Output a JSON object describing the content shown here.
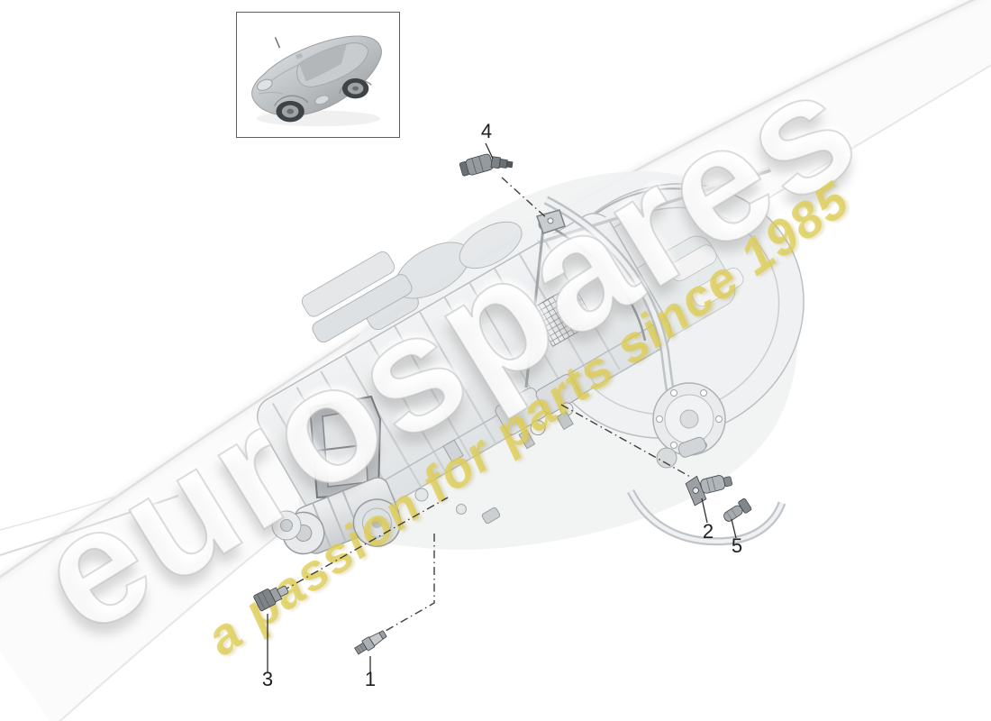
{
  "diagram": {
    "title_hint": "gearbox sensor parts diagram",
    "callouts": [
      {
        "label": "1"
      },
      {
        "label": "2"
      },
      {
        "label": "3"
      },
      {
        "label": "4"
      },
      {
        "label": "5"
      }
    ],
    "line_color": "#3f3f3f",
    "label_color": "#1d1d1d"
  },
  "watermark": {
    "brand_text": "eurospares",
    "tagline_text": "a passion for parts since 1985",
    "tagline_color": "#e4d36a",
    "brand_outline_color": "#bababa"
  },
  "thumbnail": {
    "vehicle_icon": "porsche-911-coupe"
  }
}
